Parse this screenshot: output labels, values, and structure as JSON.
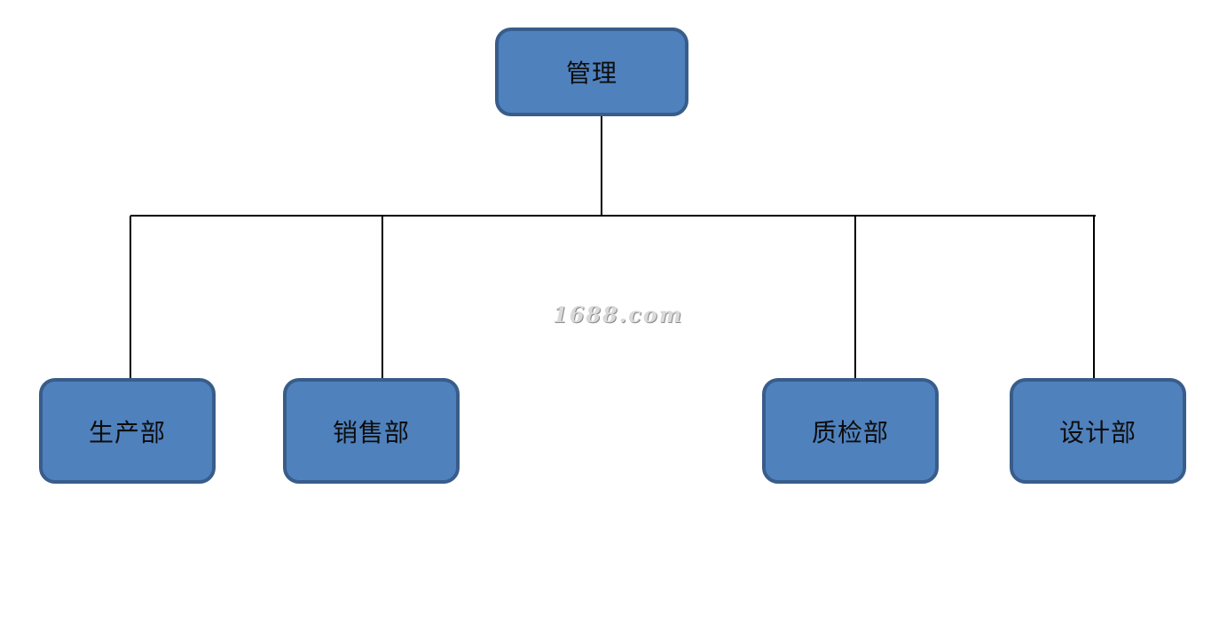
{
  "diagram": {
    "root": {
      "label": "管理"
    },
    "children": [
      {
        "label": "生产部"
      },
      {
        "label": "销售部"
      },
      {
        "label": "质检部"
      },
      {
        "label": "设计部"
      }
    ],
    "watermark": "1688.com",
    "colors": {
      "node_fill": "#4f81bd",
      "node_border": "#385d8a",
      "connector": "#000000"
    }
  }
}
